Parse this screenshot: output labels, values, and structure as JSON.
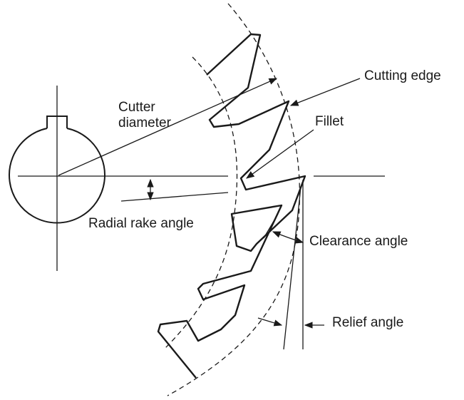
{
  "labels": {
    "cutter_diameter": [
      "Cutter",
      "diameter"
    ],
    "cutting_edge": "Cutting edge",
    "fillet": "Fillet",
    "radial_rake_angle": "Radial rake angle",
    "clearance_angle": "Clearance angle",
    "relief_angle": "Relief angle"
  },
  "colors": {
    "ink": "#1a1a1a",
    "background": "#ffffff"
  }
}
